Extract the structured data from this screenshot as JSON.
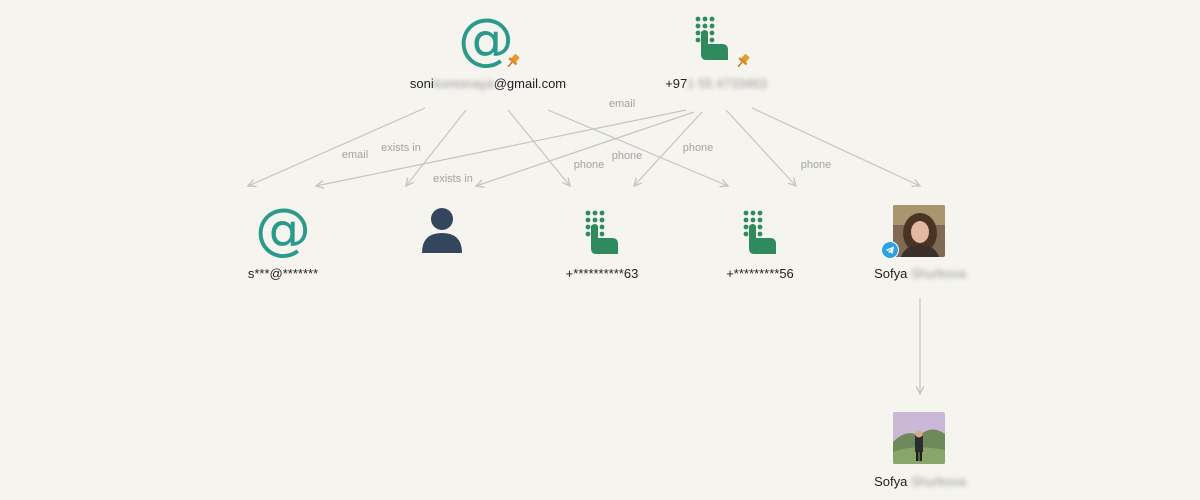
{
  "colors": {
    "background": "#f5f4ef",
    "edge": "#c4c4c4",
    "edge_label": "#a3a3a3",
    "email_icon": "#2b9a8b",
    "phone_icon": "#2f8a5e",
    "person_icon": "#33465e",
    "pin": "#e69a2b",
    "telegram": "#2aa3e0"
  },
  "nodes": {
    "root_email": {
      "icon": "at-sign-icon",
      "label_visible": "soni",
      "label_blurred": "koresnaya",
      "label_suffix": "@gmail.com",
      "pinned": true
    },
    "root_phone": {
      "icon": "phone-keypad-icon",
      "label_visible": "+97",
      "label_blurred": "1 55 4733463",
      "pinned": true
    },
    "email_result": {
      "icon": "at-sign-icon",
      "label": "s***@*******"
    },
    "person": {
      "icon": "person-icon",
      "label": ""
    },
    "phone_result_1": {
      "icon": "phone-keypad-icon",
      "label": "+**********63"
    },
    "phone_result_2": {
      "icon": "phone-keypad-icon",
      "label": "+*********56"
    },
    "telegram_profile": {
      "icon": "telegram-icon",
      "label_visible": "Sofya",
      "label_blurred": "Shurkova"
    },
    "profile_child": {
      "icon": "profile-photo",
      "label_visible": "Sofya",
      "label_blurred": "Shurkova"
    }
  },
  "edge_labels": {
    "email_top": "email",
    "email_left": "email",
    "exists_in_1": "exists in",
    "exists_in_2": "exists in",
    "phone_1": "phone",
    "phone_2": "phone",
    "phone_3": "phone",
    "phone_4": "phone"
  }
}
